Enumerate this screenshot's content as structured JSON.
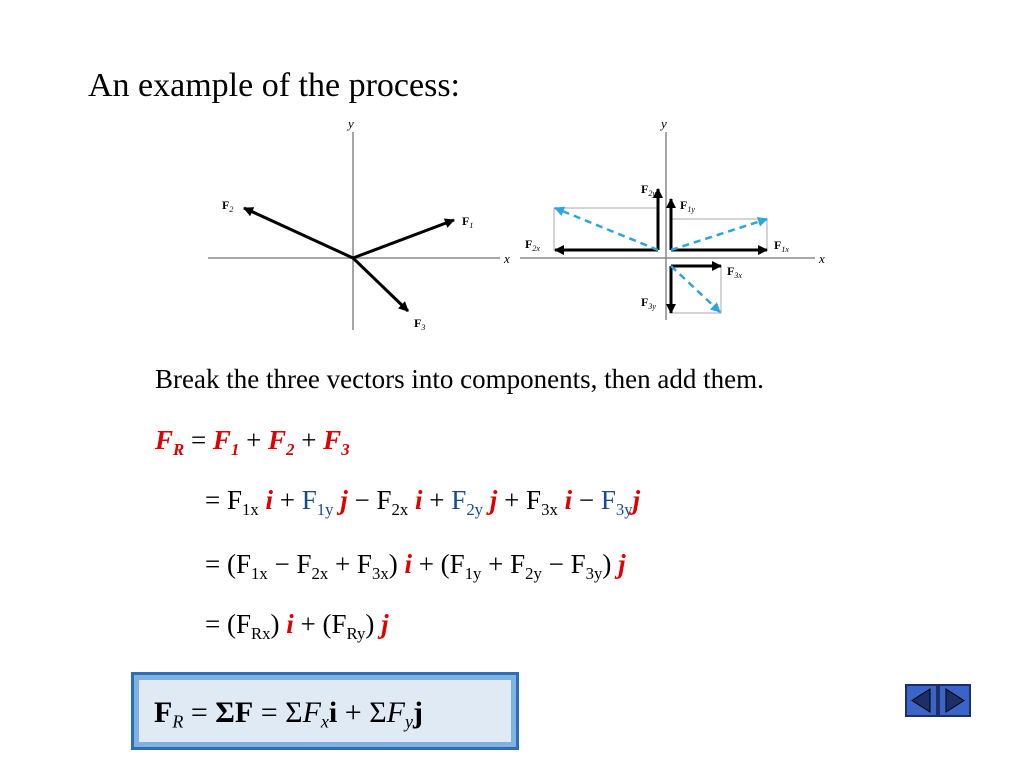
{
  "title": "An example of the process:",
  "figure_left": {
    "axis_x": "x",
    "axis_y": "y",
    "vectors": [
      {
        "label": "F",
        "sub": "1"
      },
      {
        "label": "F",
        "sub": "2"
      },
      {
        "label": "F",
        "sub": "3"
      }
    ]
  },
  "figure_right": {
    "axis_x": "x",
    "axis_y": "y",
    "components": [
      {
        "label": "F",
        "sub": "2y"
      },
      {
        "label": "F",
        "sub": "1y"
      },
      {
        "label": "F",
        "sub": "2x"
      },
      {
        "label": "F",
        "sub": "1x"
      },
      {
        "label": "F",
        "sub": "3x"
      },
      {
        "label": "F",
        "sub": "3y"
      }
    ]
  },
  "instruction": "Break the three vectors into components, then add them.",
  "equation_fr": {
    "lhs": "F",
    "lhs_sub": "R",
    "eq": " = ",
    "t1": "F",
    "t1_sub": "1",
    "plus1": " + ",
    "t2": "F",
    "t2_sub": "2",
    "plus2": " + ",
    "t3": "F",
    "t3_sub": "3"
  },
  "equation_expand": {
    "eq": "= ",
    "f1x": "F",
    "f1x_sub": "1x",
    "i1": "i",
    "plus1": " + ",
    "f1y": "F",
    "f1y_sub": "1y",
    "j1": "j",
    "minus1": " − ",
    "f2x": "F",
    "f2x_sub": "2x",
    "i2": "i",
    "plus2": " + ",
    "f2y": "F",
    "f2y_sub": "2y",
    "j2": "j",
    "plus3": " + ",
    "f3x": "F",
    "f3x_sub": "3x",
    "i3": "i",
    "minus2": " − ",
    "f3y": "F",
    "f3y_sub": "3y",
    "j3": "j"
  },
  "equation_group": {
    "open1": "= (F",
    "s1": "1x",
    "m1": " − F",
    "s2": "2x",
    "p1": " + F",
    "s3": "3x",
    "close1": ") ",
    "i": "i",
    "open2": " + (F",
    "s4": "1y",
    "p2": " + F",
    "s5": "2y",
    "m2": " − F",
    "s6": "3y",
    "close2": ") ",
    "j": "j"
  },
  "equation_result": {
    "open1": "= (F",
    "s1": "Rx",
    "close1": ") ",
    "i": "i",
    "open2": " + (F",
    "s2": "Ry",
    "close2": ") ",
    "j": "j"
  },
  "formula_box": {
    "fr": "F",
    "fr_sub": "R",
    "eq1": " = ",
    "sum_f": "ΣF",
    "eq2": " = ",
    "sum": "Σ",
    "fx": "F",
    "fx_sub": "x",
    "i": "i",
    "plus": " + ",
    "sum2": "Σ",
    "fy": "F",
    "fy_sub": "y",
    "j": "j"
  },
  "colors": {
    "accent_red": "#e00000",
    "accent_blue": "#1a4a8a",
    "component_dashed": "#2aa7dc",
    "box_border": "#2f6db5",
    "nav_fill": "#3a64c8"
  },
  "nav": {
    "prev_icon": "triangle-left-icon",
    "next_icon": "triangle-right-icon"
  }
}
